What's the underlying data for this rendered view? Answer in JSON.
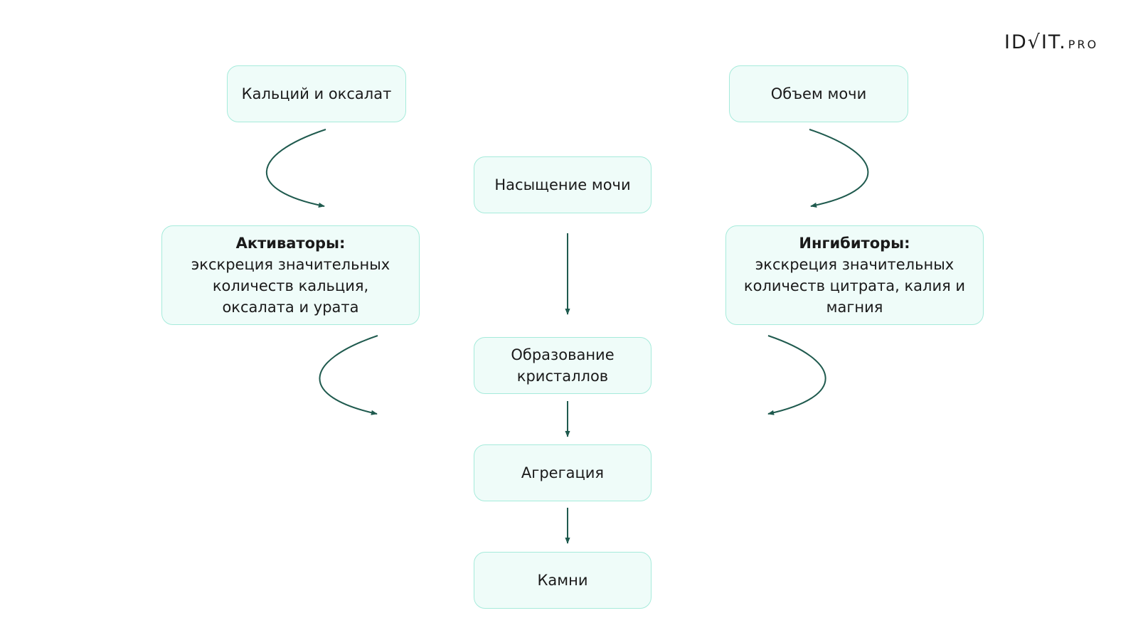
{
  "logo": {
    "main": "ID√IT.",
    "suffix": "PRO"
  },
  "nodes": {
    "calcium_oxalate": "Кальций и оксалат",
    "urine_volume": "Объем мочи",
    "saturation": "Насыщение мочи",
    "activators": {
      "title": "Активаторы:",
      "text": "экскреция значительных количеств кальция, оксалата и урата"
    },
    "inhibitors": {
      "title": "Ингибиторы:",
      "text": "экскреция значительных количеств цитрата, калия и магния"
    },
    "crystals": "Образование кристаллов",
    "aggregation": "Агрегация",
    "stones": "Камни"
  },
  "colors": {
    "box_fill": "#effcf9",
    "box_border": "#a6ebdb",
    "arrow": "#1f5a4e"
  }
}
